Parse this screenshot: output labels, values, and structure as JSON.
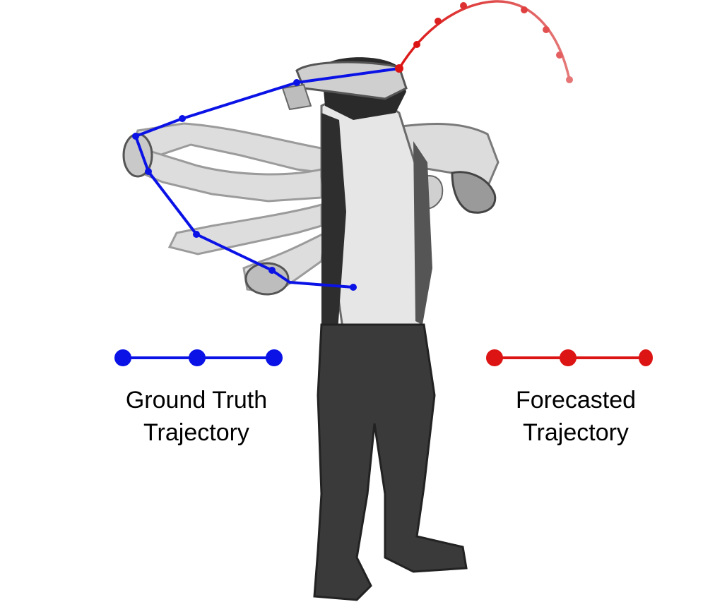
{
  "colors": {
    "ground_truth": "#0a12e6",
    "forecast": "#dc1414",
    "forecast_faded": "#e46a6a",
    "figure_dark": "#3b3b3b",
    "figure_light": "#e2e2e2"
  },
  "legend": {
    "ground_truth": {
      "line1": "Ground Truth",
      "line2": "Trajectory"
    },
    "forecast": {
      "line1": "Forecasted",
      "line2": "Trajectory"
    }
  },
  "illustration": {
    "subject": "person-wearing-vr-headset",
    "icon": "person-motion-icon"
  }
}
